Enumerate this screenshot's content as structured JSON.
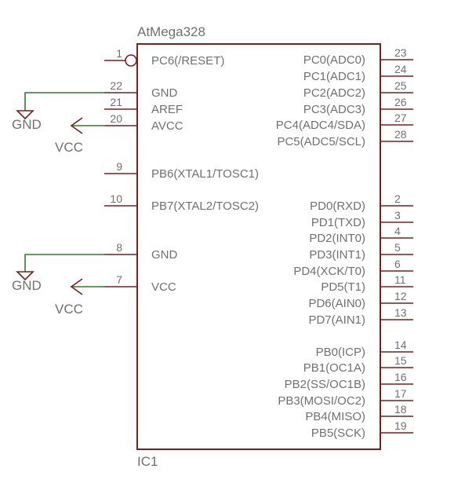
{
  "chip": {
    "name": "AtMega328",
    "ref": "IC1"
  },
  "left_pins": [
    {
      "num": "1",
      "label": "PC6(/RESET)",
      "inverted": true
    },
    {
      "num": "22",
      "label": "GND"
    },
    {
      "num": "21",
      "label": "AREF"
    },
    {
      "num": "20",
      "label": "AVCC"
    },
    {
      "num": "9",
      "label": "PB6(XTAL1/TOSC1)"
    },
    {
      "num": "10",
      "label": "PB7(XTAL2/TOSC2)"
    },
    {
      "num": "8",
      "label": "GND"
    },
    {
      "num": "7",
      "label": "VCC"
    }
  ],
  "right_pins": [
    {
      "num": "23",
      "label": "PC0(ADC0)"
    },
    {
      "num": "24",
      "label": "PC1(ADC1)"
    },
    {
      "num": "25",
      "label": "PC2(ADC2)"
    },
    {
      "num": "26",
      "label": "PC3(ADC3)"
    },
    {
      "num": "27",
      "label": "PC4(ADC4/SDA)"
    },
    {
      "num": "28",
      "label": "PC5(ADC5/SCL)"
    },
    {
      "num": "2",
      "label": "PD0(RXD)"
    },
    {
      "num": "3",
      "label": "PD1(TXD)"
    },
    {
      "num": "4",
      "label": "PD2(INT0)"
    },
    {
      "num": "5",
      "label": "PD3(INT1)"
    },
    {
      "num": "6",
      "label": "PD4(XCK/T0)"
    },
    {
      "num": "11",
      "label": "PD5(T1)"
    },
    {
      "num": "12",
      "label": "PD6(AIN0)"
    },
    {
      "num": "13",
      "label": "PD7(AIN1)"
    },
    {
      "num": "14",
      "label": "PB0(ICP)"
    },
    {
      "num": "15",
      "label": "PB1(OC1A)"
    },
    {
      "num": "16",
      "label": "PB2(SS/OC1B)"
    },
    {
      "num": "17",
      "label": "PB3(MOSI/OC2)"
    },
    {
      "num": "18",
      "label": "PB4(MISO)"
    },
    {
      "num": "19",
      "label": "PB5(SCK)"
    }
  ],
  "supply_symbols": {
    "gnd_top": "GND",
    "vcc_top": "VCC",
    "gnd_bottom": "GND",
    "vcc_bottom": "VCC"
  },
  "colors": {
    "part_outline": "#7a1e1e",
    "net_wire": "#2f7d2f",
    "text": "#707070"
  }
}
